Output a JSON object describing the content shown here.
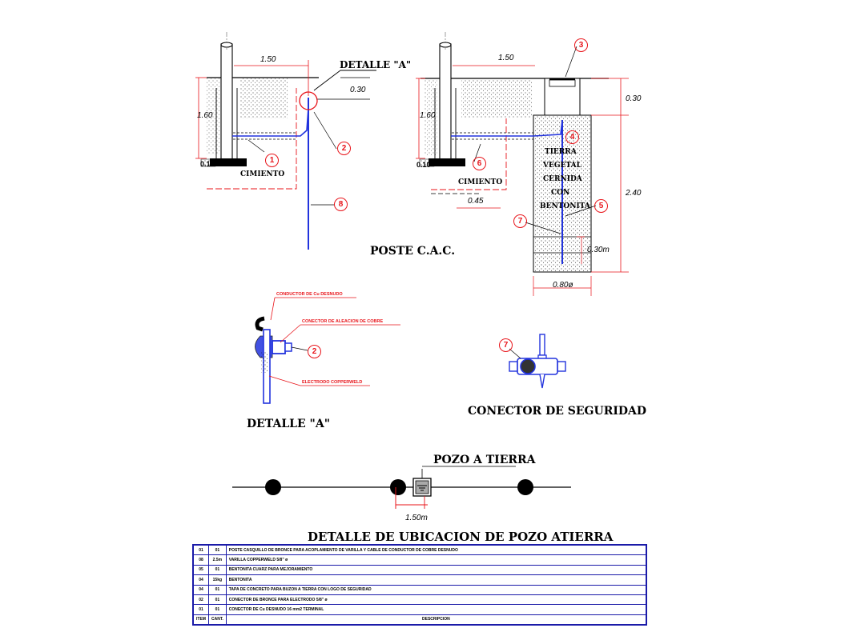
{
  "labels": {
    "detalle_a_top": "DETALLE \"A\"",
    "poste_cac": "POSTE C.A.C.",
    "cimiento_1": "CIMIENTO",
    "cimiento_2": "CIMIENTO",
    "detalle_a_bottom": "DETALLE \"A\"",
    "conector_seguridad": "CONECTOR   DE SEGURIDAD",
    "pozo_a_tierra": "POZO A TIERRA",
    "ubicacion_title": "DETALLE DE UBICACION DE POZO ATIERRA",
    "pit_text_lines": [
      "TIERRA",
      "VEGETAL",
      "CERNIDA",
      "CON",
      "BENTONITA"
    ]
  },
  "dimensions": {
    "d1_50_left": "1.50",
    "d1_60_left": "1.60",
    "d0_30_left": "0.30",
    "d0_10_left": "0.10",
    "d1_50_right": "1.50",
    "d1_60_right": "1.60",
    "d0_10_right": "0.10",
    "d0_45": "0.45",
    "d0_30_right": "0.30",
    "d2_40": "2.40",
    "d0_30m": "0.30m",
    "d0_80": "0.80ø",
    "d1_50m": "1.50m"
  },
  "callouts": {
    "c1": "1",
    "c2": "2",
    "c8": "8",
    "c3": "3",
    "c4": "4",
    "c6": "6",
    "c5": "5",
    "c7": "7",
    "c2b": "2",
    "c7b": "7"
  },
  "detail_notes": {
    "conductor": "CONDUCTOR DE Cu DESNUDO",
    "conector": "CONECTOR DE ALEACION DE COBRE",
    "electrodo": "ELECTRODO COPPERWELD"
  },
  "legend": {
    "rows": [
      [
        "01",
        "01",
        "POSTE CASQUILLO DE BRONCE PARA ACOPLAMIENTO DE VARILLA Y CABLE DE CONDUCTOR DE COBRE DESNUDO"
      ],
      [
        "08",
        "2.5m",
        "VARILLA COPPERWELD 5/8\" ø"
      ],
      [
        "05",
        "01",
        "BENTONITA CUARZ PARA MEJORAMIENTO"
      ],
      [
        "04",
        "15kg",
        "BENTONITA"
      ],
      [
        "04",
        "01",
        "TAPA DE CONCRETO PARA BUZON A TIERRA CON LOGO DE SEGURIDAD"
      ],
      [
        "02",
        "01",
        "CONECTOR DE BRONCE PARA ELECTRODO 5/8\" ø"
      ],
      [
        "01",
        "01",
        "CONECTOR DE Cu DESNUDO 16 mm2 TERMINAL"
      ]
    ],
    "footer": [
      "ITEM",
      "CANT.",
      "DESCRIPCION"
    ]
  },
  "colors": {
    "red": "#e8141a",
    "blue": "#2233dd",
    "navy": "#1a1aa8",
    "black": "#000000",
    "gray": "#888888"
  }
}
